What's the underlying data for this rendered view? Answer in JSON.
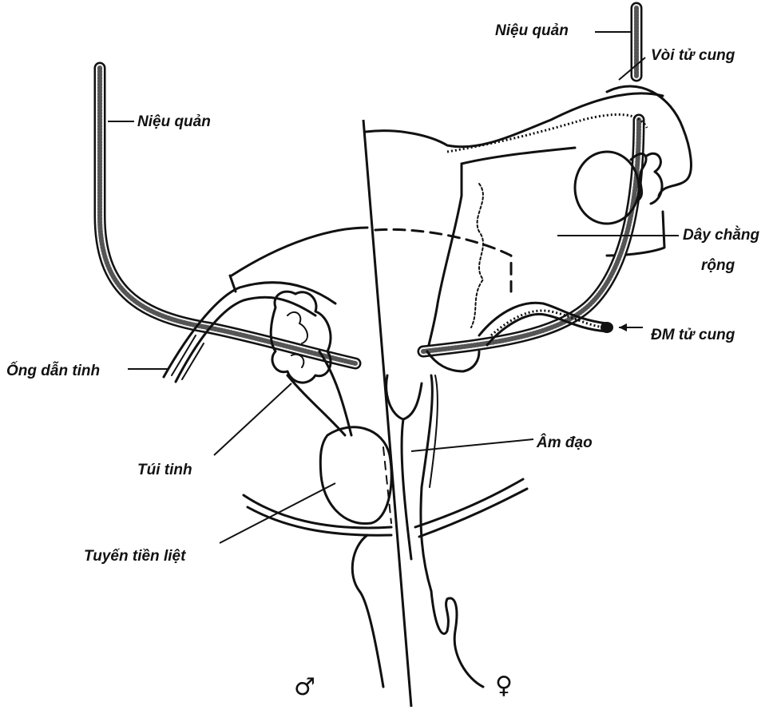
{
  "labels": {
    "ureter_male": "Niệu quản",
    "ureter_female": "Niệu quản",
    "fallopian_tube": "Vòi tử cung",
    "broad_ligament_line1": "Dây chằng",
    "broad_ligament_line2": "rộng",
    "uterine_artery": "ĐM tử cung",
    "vas_deferens": "Ống dẫn tinh",
    "vagina": "Âm đạo",
    "seminal_vesicle": "Túi tinh",
    "prostate": "Tuyến tiền liệt"
  },
  "symbols": {
    "male": "♂",
    "female": "♀"
  }
}
